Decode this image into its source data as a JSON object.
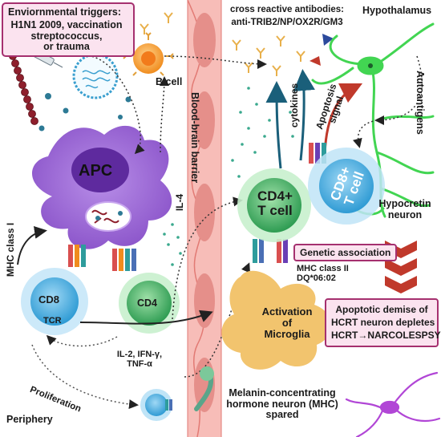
{
  "triggers": {
    "heading": "Enviornmental triggers:",
    "lines": [
      "H1N1 2009, vaccination",
      "streptococcus,",
      "or trauma"
    ]
  },
  "antibodies": {
    "line1": "cross reactive antibodies:",
    "line2": "anti-TRIB2/NP/OX2R/GM3"
  },
  "hypothalamus": "Hypothalamus",
  "b_cell": "B cell",
  "bbb": "Blood-brain barrier",
  "autoantigens": "Autoantigens",
  "apoptosis_signal": [
    "Apoptosis",
    "signal"
  ],
  "cytokines": "cytokines",
  "apc": "APC",
  "il4": "IL-4",
  "cd4_t_cell": [
    "CD4+",
    "T cell"
  ],
  "cd8_t_cell": [
    "CD8+",
    "T cell"
  ],
  "hypocretin": [
    "Hypocretin",
    "neuron"
  ],
  "mhc_class_i": "MHC class I",
  "cd8": "CD8",
  "tcr": "TCR",
  "cd4": "CD4",
  "genetic_association": "Genetic association",
  "mhc_class_ii": [
    "MHC class II",
    "DQ*06:02"
  ],
  "apoptotic": [
    "Apoptotic demise of",
    "HCRT neuron depletes",
    "HCRT→NARCOLESPSY"
  ],
  "microglia": [
    "Activation",
    "of",
    "Microglia"
  ],
  "cytokine_list": [
    "IL-2, IFN-γ,",
    "TNF-α"
  ],
  "proliferation": "Proliferation",
  "mch": [
    "Melanin-concentrating",
    "hormone neuron (MHC)",
    "spared"
  ],
  "periphery": "Periphery",
  "colors": {
    "apc": "#8a53c9",
    "t_cell_blue": "#39a9e0",
    "cd4_green": "#38ad62",
    "microglia": "#e8b04b",
    "barrier": "#f4a3a0",
    "hypocretin_neuron": "#42d552",
    "mch_neuron": "#b146d6",
    "chevron": "#c0392b",
    "label_border": "#a5306f"
  }
}
